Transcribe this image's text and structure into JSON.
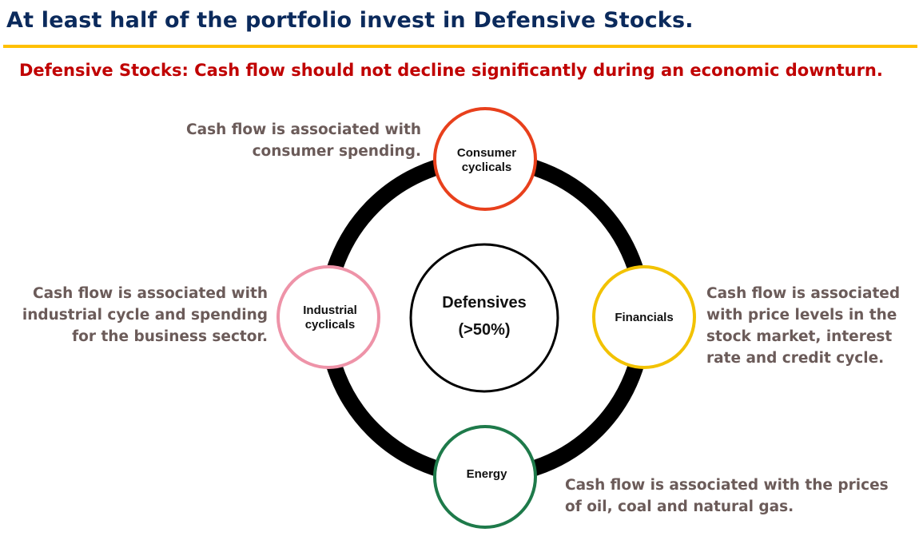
{
  "title": "At least half of the portfolio invest in Defensive Stocks.",
  "subtitle": "Defensive Stocks: Cash flow should not decline significantly during an economic downturn.",
  "center": {
    "line1": "Defensives",
    "line2": "(>50%)"
  },
  "nodes": {
    "consumer": {
      "line1": "Consumer",
      "line2": "cyclicals",
      "color": "#e8401c",
      "desc": [
        "Cash flow is associated with",
        "consumer spending."
      ]
    },
    "industrial": {
      "line1": "Industrial",
      "line2": "cyclicals",
      "color": "#ee93a8",
      "desc": [
        "Cash flow is associated with",
        "industrial cycle and spending",
        "for the business sector."
      ]
    },
    "financials": {
      "line1": "Financials",
      "color": "#f2c200",
      "desc": [
        "Cash flow is associated",
        "with price levels in the",
        "stock market, interest",
        "rate and credit cycle."
      ]
    },
    "energy": {
      "line1": "Energy",
      "color": "#1e7a4a",
      "desc": [
        "Cash flow is associated with the prices",
        "of oil, coal and natural gas."
      ]
    }
  }
}
